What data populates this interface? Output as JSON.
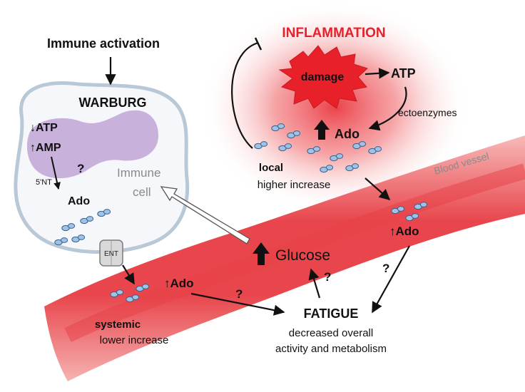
{
  "labels": {
    "immune_activation": "Immune activation",
    "warburg": "WARBURG",
    "atp_down": "↓ATP",
    "amp_up": "↑AMP",
    "question_cell": "?",
    "five_nt": "5'NT",
    "ado_cell": "Ado",
    "immune_cell_line1": "Immune",
    "immune_cell_line2": "cell",
    "ent": "ENT",
    "inflammation": "INFLAMMATION",
    "damage": "damage",
    "atp_inflam": "ATP",
    "ectoenzymes": "ectoenzymes",
    "ado_up_inflam": "Ado",
    "local": "local",
    "higher_increase": "higher increase",
    "blood_vessel": "Blood vessel",
    "ado_right": "↑Ado",
    "question_right": "?",
    "glucose": "Glucose",
    "question_glucose": "?",
    "ado_systemic": "↑Ado",
    "question_systemic": "?",
    "systemic": "systemic",
    "lower_increase": "lower increase",
    "fatigue": "FATIGUE",
    "fatigue_desc_line1": "decreased overall",
    "fatigue_desc_line2": "activity and metabolism"
  },
  "colors": {
    "inflammation_red": "#e8202a",
    "vessel_red": "#e8464c",
    "cell_border": "#b9c8d6",
    "cell_fill": "#f5f7fa",
    "nucleus_purple": "#c3a8d6",
    "ado_molecule": "#9ec3e8",
    "text_dark": "#111111",
    "text_gray": "#8a8a8a"
  }
}
